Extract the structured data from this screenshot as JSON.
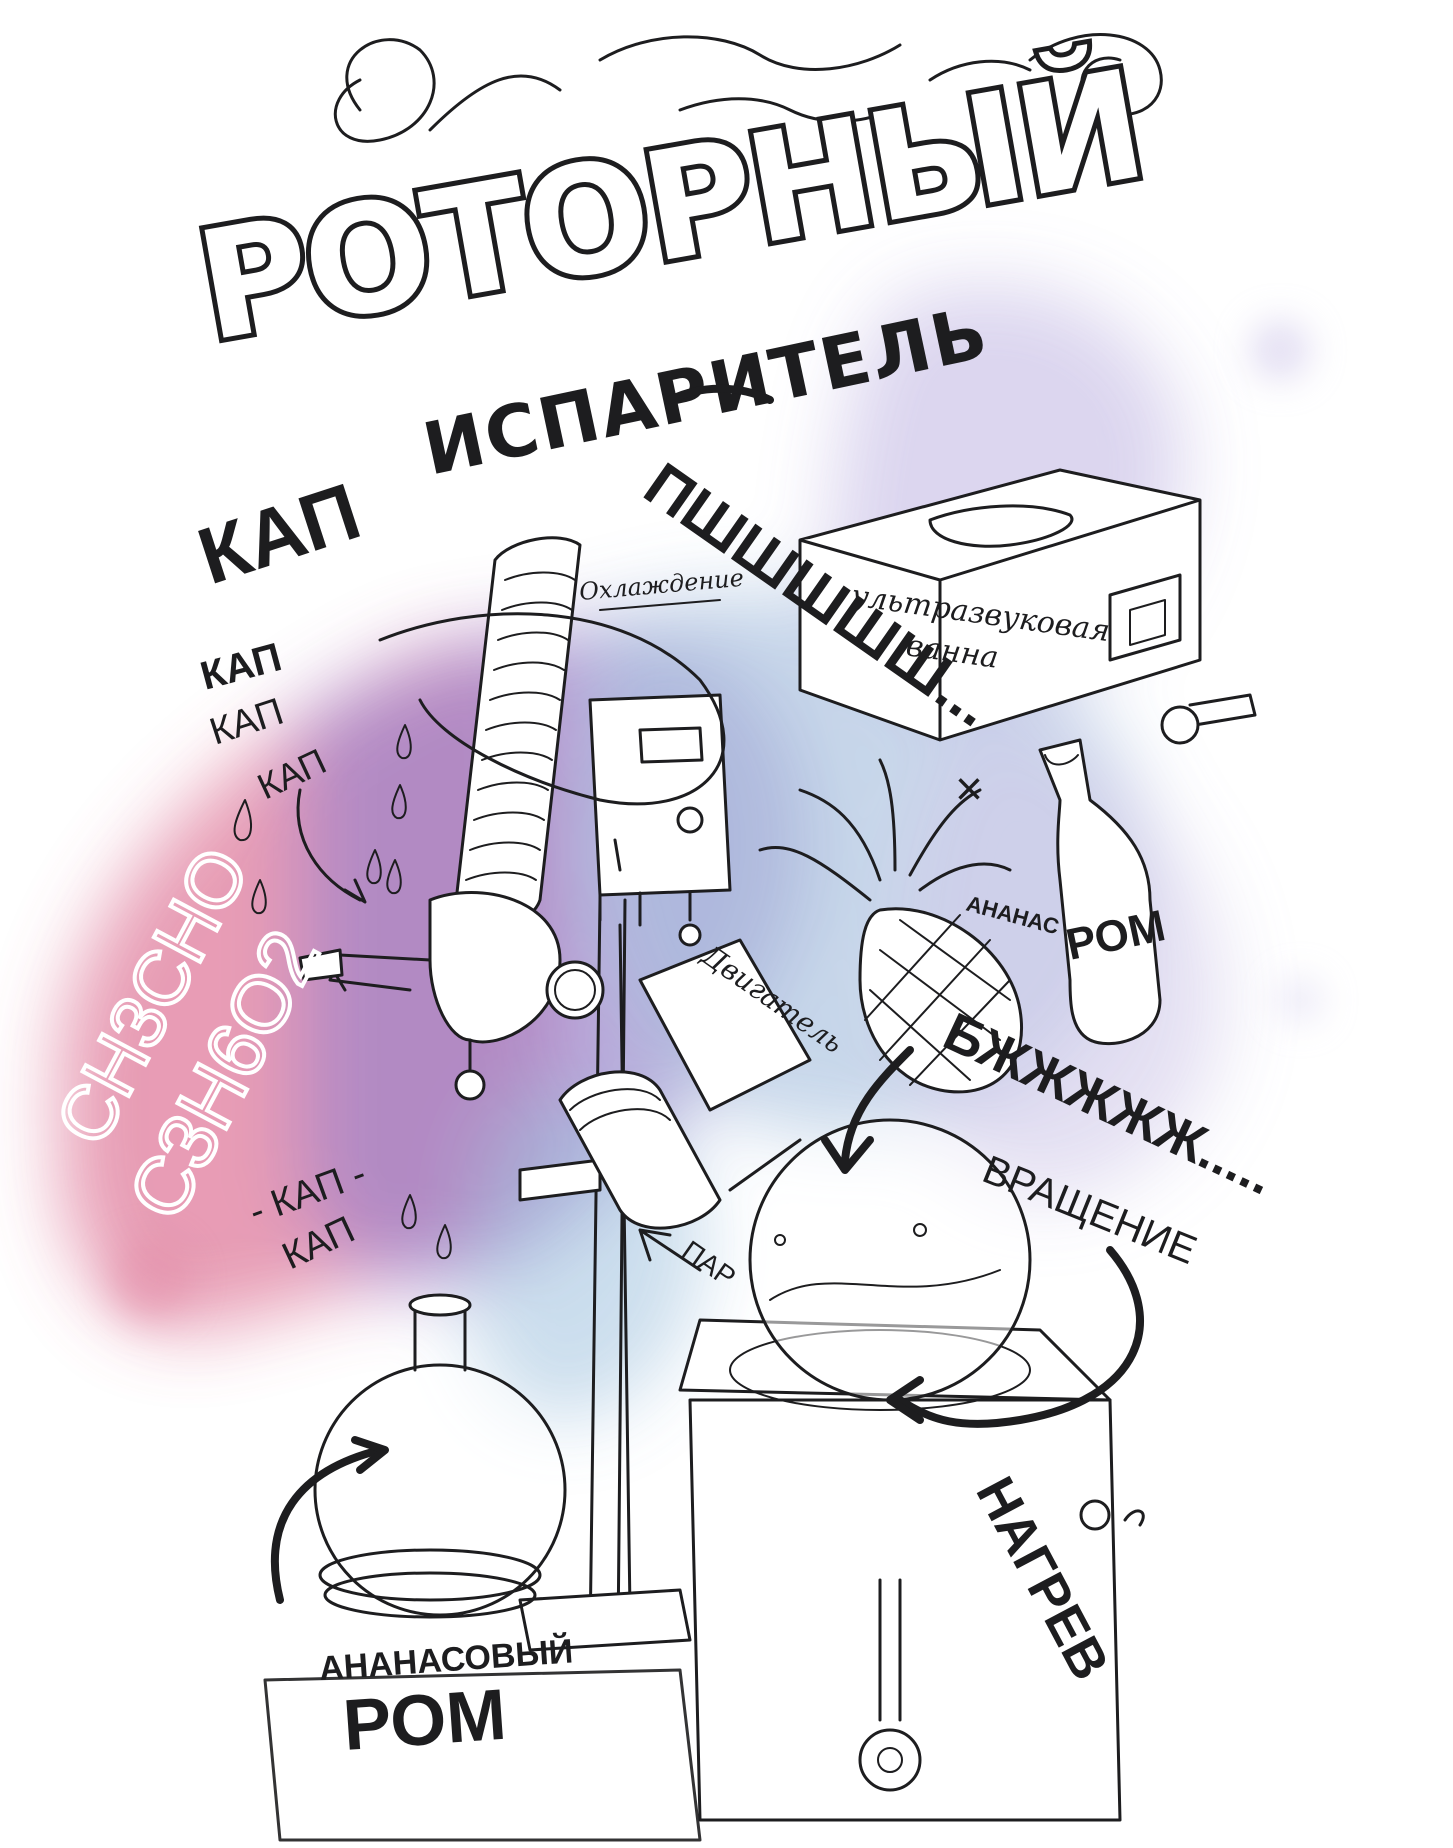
{
  "title": {
    "line1": "РОТОРНЫЙ",
    "line2": "ИСПАРИТЕЛЬ"
  },
  "sounds": {
    "drip_big": "КАП",
    "drip_1": "КАП",
    "drip_2": "КАП",
    "drip_3": "КАП",
    "hiss": "ПШШШШШ...",
    "buzz": "БЖЖЖЖЖ.....",
    "drip_lower_1": "- КАП -",
    "drip_lower_2": "КАП"
  },
  "labels": {
    "cooling": "Охлаждение",
    "ultrasonic_bath_1": "ультразвуковая",
    "ultrasonic_bath_2": "ванна",
    "pineapple": "АНАНАС",
    "rum_bottle": "РОМ",
    "engine": "Двигатель",
    "rotation": "ВРАЩЕНИЕ",
    "steam": "ПАР",
    "heating": "НАГРЕВ",
    "product_1": "АНАНАСОВЫЙ",
    "product_2": "РОМ",
    "times": "×"
  },
  "formulas": {
    "f1": "CH3CHO",
    "f2": "C3H6O2"
  },
  "colors": {
    "ink": "#1d1d1f",
    "watercolor_pink": "#d9648a",
    "watercolor_purple": "#8a6cc2",
    "watercolor_blue": "#8fb8d8",
    "watercolor_lavender": "#c9c2e6"
  }
}
